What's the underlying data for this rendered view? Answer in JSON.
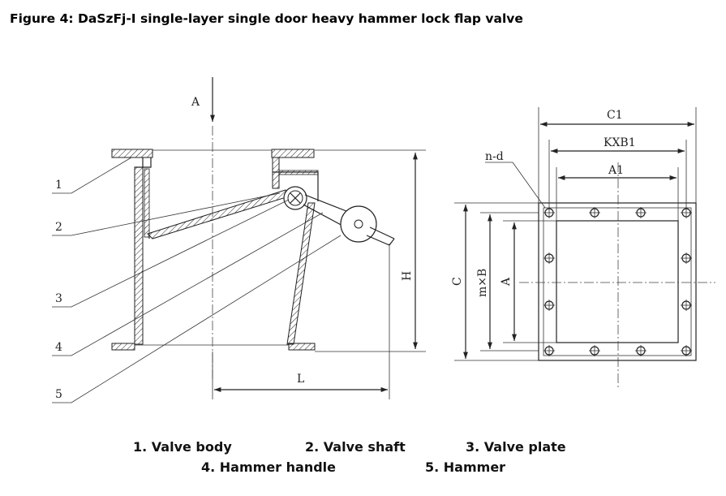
{
  "title": "Figure 4: DaSzFj-I single-layer single door heavy hammer lock flap valve",
  "side_view": {
    "flow_label": "A",
    "height_label": "H",
    "length_label": "L",
    "callouts": [
      "1",
      "2",
      "3",
      "4",
      "5"
    ]
  },
  "front_view": {
    "c1_label": "C1",
    "kxb1_label": "KXB1",
    "a1_label": "A1",
    "hole_label": "n-d",
    "c_label": "C",
    "mxb_label": "m×B",
    "a_label": "A"
  },
  "legend": {
    "item1": "1. Valve body",
    "item2": "2. Valve shaft",
    "item3": "3. Valve plate",
    "item4": "4. Hammer handle",
    "item5": "5. Hammer"
  }
}
